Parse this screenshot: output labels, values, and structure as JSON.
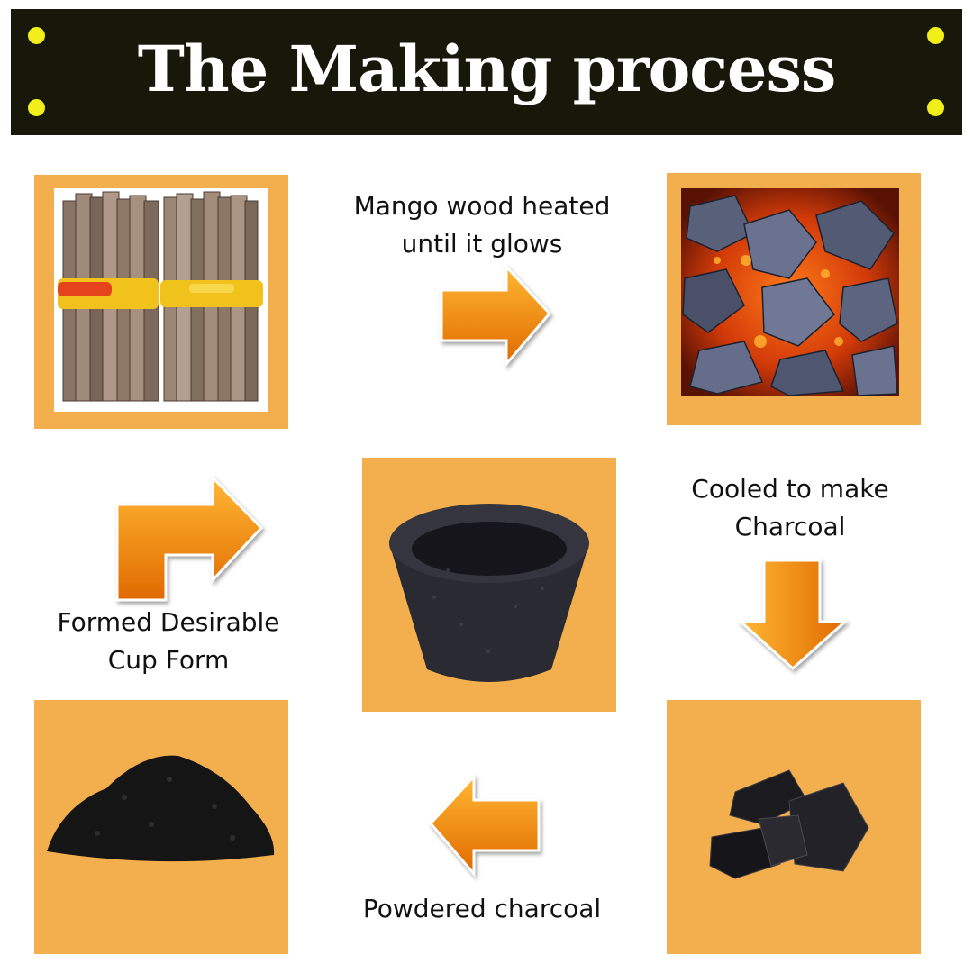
{
  "title": "The Making process",
  "steps": {
    "wood": {
      "caption": "Mango wood heated until it glows",
      "caption_lines": [
        "Mango wood heated",
        "until it glows"
      ]
    },
    "embers": {
      "caption": "Cooled to make Charcoal",
      "caption_lines": [
        "Cooled to make",
        "Charcoal"
      ]
    },
    "charcoal": {
      "caption": "Powdered charcoal",
      "caption_lines": [
        "Powdered charcoal"
      ]
    },
    "powder": {
      "caption": "Formed Desirable Cup Form",
      "caption_lines": [
        "Formed Desirable",
        "Cup Form"
      ]
    }
  },
  "colors": {
    "banner": "#17170a",
    "title_text": "#ffffff",
    "dots": "#f2ee1a",
    "tile": "#f3ae4e",
    "arrow_light": "#ffb733",
    "arrow_dark": "#e06a00"
  }
}
